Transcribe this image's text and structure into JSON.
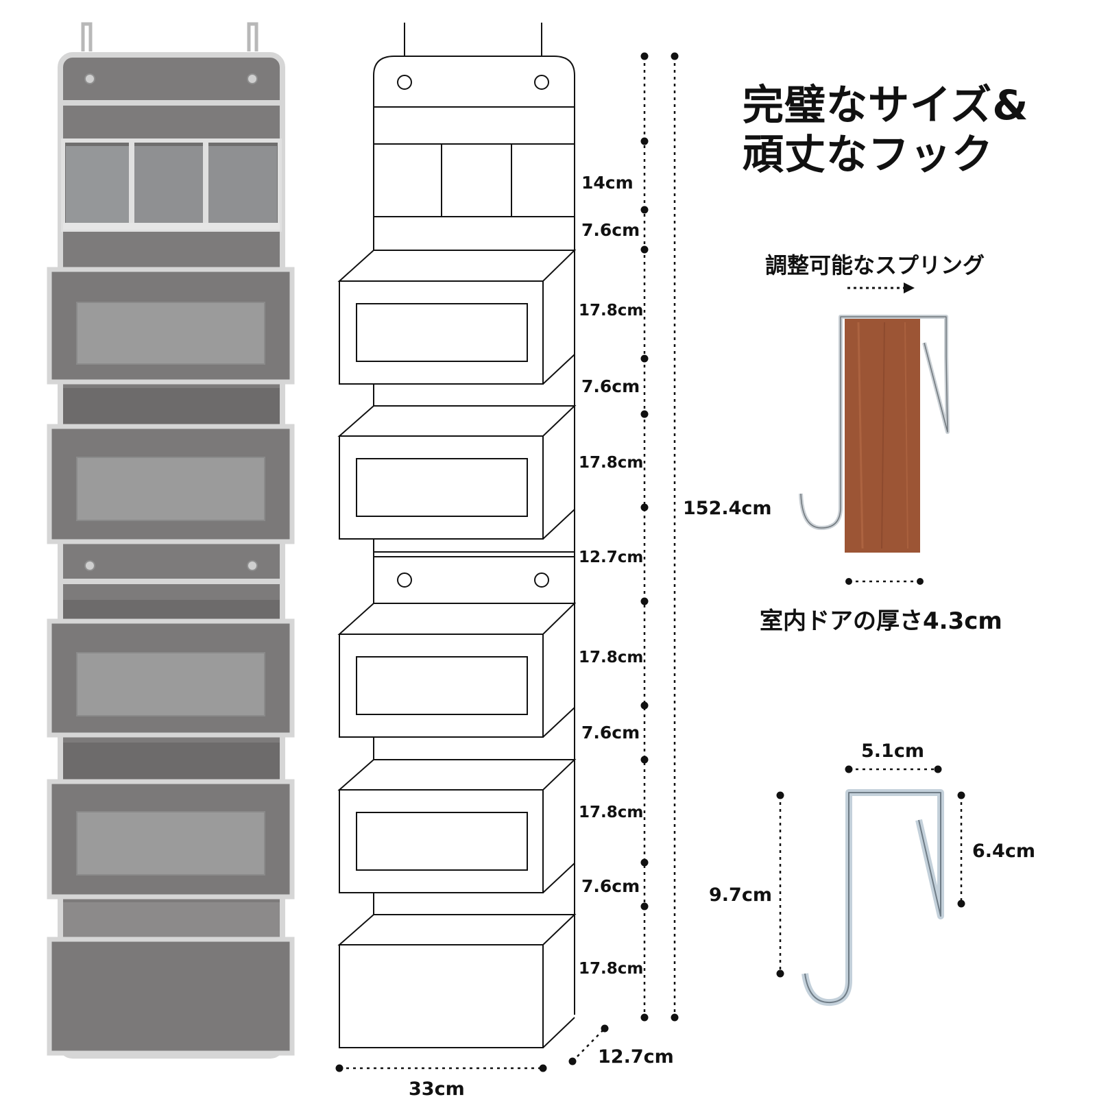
{
  "headline": {
    "line1": "完璧なサイズ&",
    "line2": "頑丈なフック"
  },
  "spring_caption": "調整可能なスプリング",
  "door_caption": "室内ドアの厚さ4.3cm",
  "organizer_dimensions": {
    "section_heights": [
      "14cm",
      "7.6cm",
      "17.8cm",
      "7.6cm",
      "17.8cm",
      "12.7cm",
      "17.8cm",
      "7.6cm",
      "17.8cm",
      "7.6cm",
      "17.8cm"
    ],
    "total_height": "152.4cm",
    "width": "33cm",
    "depth": "12.7cm"
  },
  "hook_dimensions": {
    "top_width": "5.1cm",
    "total_height": "9.7cm",
    "spring_height": "6.4cm"
  },
  "colors": {
    "fabric": "#7d7b7b",
    "trim": "#d6d6d6",
    "window": "#9a9a9a",
    "wood": "#9c5535",
    "metal": "#c9cfd4",
    "line": "#111111"
  }
}
